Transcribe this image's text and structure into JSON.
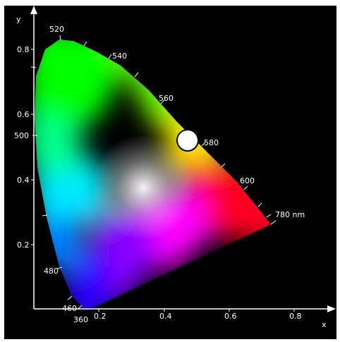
{
  "colors": {
    "background": "#000000",
    "axis": "#ffffff",
    "text": "#ffffff",
    "marker_fill": "#ffffff",
    "marker_stroke": "#000000"
  },
  "axes": {
    "x_label": "x",
    "y_label": "y",
    "x_ticks": [
      "0.2",
      "0.4",
      "0.6",
      "0.8"
    ],
    "y_ticks": [
      "0.2",
      "0.4",
      "0.6",
      "0.8"
    ]
  },
  "locus": {
    "wavelength_labels": [
      "360",
      "460",
      "480",
      "500",
      "520",
      "540",
      "560",
      "580",
      "600",
      "780 nm"
    ]
  },
  "marker": {
    "shape": "circle",
    "position_note": "on spectral locus between 560 and 580"
  }
}
